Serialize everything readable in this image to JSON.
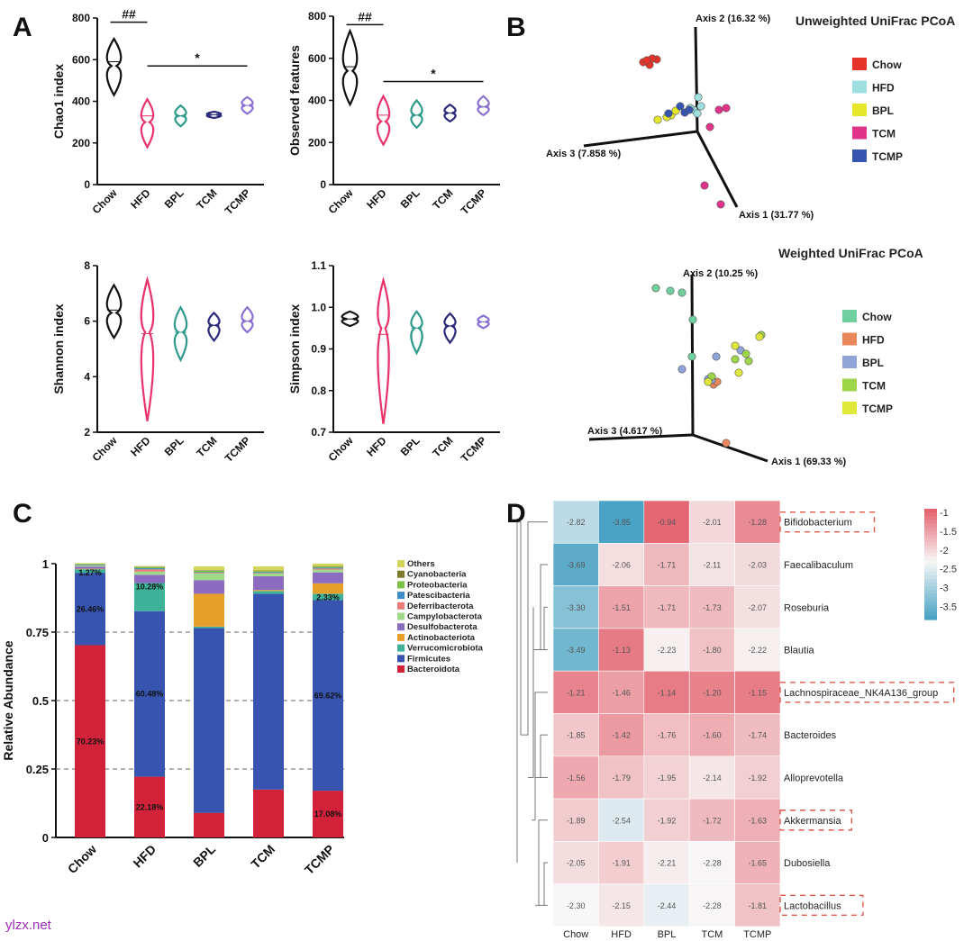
{
  "panel_letters": [
    "A",
    "B",
    "C",
    "D"
  ],
  "watermark": "ylzx.net",
  "colors": {
    "Chow": "#111111",
    "HFD": "#e8336a",
    "BPL": "#2e9a8c",
    "TCM": "#2b2a7a",
    "TCMP": "#8a6fd0",
    "heat_low": "#4aa3c4",
    "heat_high": "#e4636f",
    "heat_mid": "#f7f7f7",
    "bar_colors": [
      "#d4d45a",
      "#7a7a2a",
      "#7cc242",
      "#3d8bc8",
      "#e97b74",
      "#9ed98a",
      "#8c6cc0",
      "#e6a02a",
      "#3fb39a",
      "#3755b0",
      "#d2223a"
    ]
  },
  "panel_A": {
    "groups": [
      "Chow",
      "HFD",
      "BPL",
      "TCM",
      "TCMP"
    ],
    "plots": [
      {
        "ylabel": "Chao1 index",
        "yticks": [
          "0",
          "200",
          "400",
          "600",
          "800"
        ],
        "ymin": 0,
        "ymax": 800,
        "violins": [
          {
            "lo": 430,
            "hi": 700,
            "med": 590,
            "mid": 570,
            "w": 0.7
          },
          {
            "lo": 180,
            "hi": 410,
            "med": 330,
            "mid": 300,
            "w": 0.6
          },
          {
            "lo": 280,
            "hi": 380,
            "med": 330,
            "mid": 330,
            "w": 0.55
          },
          {
            "lo": 320,
            "hi": 350,
            "med": 335,
            "mid": 335,
            "w": 0.7
          },
          {
            "lo": 340,
            "hi": 420,
            "med": 380,
            "mid": 380,
            "w": 0.55
          }
        ],
        "sig": [
          {
            "text": "##",
            "from": 0,
            "to": 1,
            "y": 780
          },
          {
            "text": "*",
            "from": 1,
            "to": 4,
            "y": 570
          }
        ]
      },
      {
        "ylabel": "Observed features",
        "yticks": [
          "0",
          "200",
          "400",
          "600",
          "800"
        ],
        "ymin": 0,
        "ymax": 800,
        "violins": [
          {
            "lo": 380,
            "hi": 730,
            "med": 560,
            "mid": 540,
            "w": 0.7
          },
          {
            "lo": 190,
            "hi": 420,
            "med": 330,
            "mid": 300,
            "w": 0.6
          },
          {
            "lo": 270,
            "hi": 400,
            "med": 330,
            "mid": 330,
            "w": 0.55
          },
          {
            "lo": 300,
            "hi": 380,
            "med": 340,
            "mid": 340,
            "w": 0.55
          },
          {
            "lo": 330,
            "hi": 420,
            "med": 370,
            "mid": 370,
            "w": 0.55
          }
        ],
        "sig": [
          {
            "text": "##",
            "from": 0,
            "to": 1,
            "y": 760
          },
          {
            "text": "*",
            "from": 1,
            "to": 4,
            "y": 490
          }
        ]
      },
      {
        "ylabel": "Shannon index",
        "yticks": [
          "2",
          "4",
          "6",
          "8"
        ],
        "ymin": 2,
        "ymax": 8,
        "violins": [
          {
            "lo": 5.4,
            "hi": 7.3,
            "med": 6.4,
            "mid": 6.3,
            "w": 0.7
          },
          {
            "lo": 2.4,
            "hi": 7.5,
            "med": 5.55,
            "mid": 5.6,
            "w": 0.6
          },
          {
            "lo": 4.6,
            "hi": 6.5,
            "med": 5.6,
            "mid": 5.6,
            "w": 0.6
          },
          {
            "lo": 5.3,
            "hi": 6.3,
            "med": 5.85,
            "mid": 5.85,
            "w": 0.55
          },
          {
            "lo": 5.6,
            "hi": 6.5,
            "med": 6.0,
            "mid": 6.0,
            "w": 0.55
          }
        ],
        "sig": []
      },
      {
        "ylabel": "Simpson index",
        "yticks": [
          "0.7",
          "0.8",
          "0.9",
          "1.0",
          "1.1"
        ],
        "ymin": 0.7,
        "ymax": 1.1,
        "violins": [
          {
            "lo": 0.955,
            "hi": 0.99,
            "med": 0.972,
            "mid": 0.972,
            "w": 0.8
          },
          {
            "lo": 0.72,
            "hi": 1.065,
            "med": 0.935,
            "mid": 0.95,
            "w": 0.55
          },
          {
            "lo": 0.89,
            "hi": 0.99,
            "med": 0.95,
            "mid": 0.95,
            "w": 0.55
          },
          {
            "lo": 0.915,
            "hi": 0.985,
            "med": 0.955,
            "mid": 0.955,
            "w": 0.55
          },
          {
            "lo": 0.95,
            "hi": 0.98,
            "med": 0.965,
            "mid": 0.965,
            "w": 0.55
          }
        ],
        "sig": []
      }
    ]
  },
  "panel_B": {
    "unweighted": {
      "title": "Unweighted UniFrac PCoA",
      "axis1": "Axis 1 (31.77 %)",
      "axis2": "Axis 2 (16.32 %)",
      "axis3": "Axis 3 (7.858 %)",
      "legend": [
        {
          "name": "Chow",
          "color": "#e5332a"
        },
        {
          "name": "HFD",
          "color": "#9ee0e0"
        },
        {
          "name": "BPL",
          "color": "#e6e62a"
        },
        {
          "name": "TCM",
          "color": "#e0338a"
        },
        {
          "name": "TCMP",
          "color": "#3555b0"
        }
      ]
    },
    "weighted": {
      "title": "Weighted UniFrac PCoA",
      "axis1": "Axis 1 (69.33 %)",
      "axis2": "Axis 2 (10.25 %)",
      "axis3": "Axis 3 (4.617 %)",
      "legend": [
        {
          "name": "Chow",
          "color": "#6fcf9e"
        },
        {
          "name": "HFD",
          "color": "#e8875a"
        },
        {
          "name": "BPL",
          "color": "#8fa5d8"
        },
        {
          "name": "TCM",
          "color": "#9ed64a"
        },
        {
          "name": "TCMP",
          "color": "#e0e83a"
        }
      ]
    }
  },
  "chart_data": [
    {
      "type": "bar",
      "title": "",
      "ylabel": "Relative Abundance",
      "yticks": [
        "0",
        "0.25",
        "0.5",
        "0.75",
        "1"
      ],
      "ylim": [
        0,
        1
      ],
      "categories": [
        "Chow",
        "HFD",
        "BPL",
        "TCM",
        "TCMP"
      ],
      "stack_order": [
        "Bacteroidota",
        "Firmicutes",
        "Verrucomicrobiota",
        "Actinobacteriota",
        "Desulfobacterota",
        "Campylobacterota",
        "Deferribacterota",
        "Patescibacteria",
        "Proteobacteria",
        "Cyanobacteria",
        "Others"
      ],
      "legend": [
        "Others",
        "Cyanobacteria",
        "Proteobacteria",
        "Patescibacteria",
        "Deferribacterota",
        "Campylobacterota",
        "Desulfobacterota",
        "Actinobacteriota",
        "Verrucomicrobiota",
        "Firmicutes",
        "Bacteroidota"
      ],
      "series": [
        {
          "name": "Bacteroidota",
          "values": [
            0.7023,
            0.2218,
            0.09,
            0.175,
            0.1708
          ],
          "labels": [
            "70.23%",
            "22.18%",
            "",
            "",
            "17.08%"
          ]
        },
        {
          "name": "Firmicutes",
          "values": [
            0.2646,
            0.6048,
            0.675,
            0.715,
            0.6962
          ],
          "labels": [
            "26.46%",
            "60.48%",
            "",
            "",
            "69.62%"
          ]
        },
        {
          "name": "Verrucomicrobiota",
          "values": [
            0.0127,
            0.1028,
            0.005,
            0.01,
            0.0233
          ],
          "labels": [
            "1.27%",
            "10.28%",
            "",
            "",
            "2.33%"
          ]
        },
        {
          "name": "Actinobacteriota",
          "values": [
            0.002,
            0.0,
            0.12,
            0.004,
            0.038
          ],
          "labels": [
            "",
            "",
            "",
            "",
            ""
          ]
        },
        {
          "name": "Desulfobacterota",
          "values": [
            0.008,
            0.03,
            0.05,
            0.05,
            0.04
          ],
          "labels": [
            "",
            "",
            "",
            "",
            ""
          ]
        },
        {
          "name": "Campylobacterota",
          "values": [
            0.004,
            0.012,
            0.025,
            0.01,
            0.01
          ],
          "labels": [
            "",
            "",
            "",
            "",
            ""
          ]
        },
        {
          "name": "Deferribacterota",
          "values": [
            0.001,
            0.008,
            0.002,
            0.002,
            0.004
          ],
          "labels": [
            "",
            "",
            "",
            "",
            ""
          ]
        },
        {
          "name": "Patescibacteria",
          "values": [
            0.002,
            0.004,
            0.002,
            0.003,
            0.003
          ],
          "labels": [
            "",
            "",
            "",
            "",
            ""
          ]
        },
        {
          "name": "Proteobacteria",
          "values": [
            0.002,
            0.004,
            0.005,
            0.004,
            0.004
          ],
          "labels": [
            "",
            "",
            "",
            "",
            ""
          ]
        },
        {
          "name": "Cyanobacteria",
          "values": [
            0.001,
            0.002,
            0.002,
            0.002,
            0.002
          ],
          "labels": [
            "",
            "",
            "",
            "",
            ""
          ]
        },
        {
          "name": "Others",
          "values": [
            0.002,
            0.002,
            0.014,
            0.015,
            0.009
          ],
          "labels": [
            "",
            "",
            "",
            "",
            ""
          ]
        }
      ]
    },
    {
      "type": "heatmap",
      "title": "",
      "columns": [
        "Chow",
        "HFD",
        "BPL",
        "TCM",
        "TCMP"
      ],
      "rows": [
        "Bifidobacterium",
        "Faecalibaculum",
        "Roseburia",
        "Blautia",
        "Lachnospiraceae_NK4A136_group",
        "Bacteroides",
        "Alloprevotella",
        "Akkermansia",
        "Dubosiella",
        "Lactobacillus"
      ],
      "highlighted_rows": [
        "Bifidobacterium",
        "Lachnospiraceae_NK4A136_group",
        "Akkermansia",
        "Lactobacillus"
      ],
      "values": [
        [
          -2.82,
          -3.85,
          -0.94,
          -2.01,
          -1.28
        ],
        [
          -3.69,
          -2.06,
          -1.71,
          -2.11,
          -2.03
        ],
        [
          -3.3,
          -1.51,
          -1.71,
          -1.73,
          -2.07
        ],
        [
          -3.49,
          -1.13,
          -2.23,
          -1.8,
          -2.22
        ],
        [
          -1.21,
          -1.46,
          -1.14,
          -1.2,
          -1.15
        ],
        [
          -1.85,
          -1.42,
          -1.76,
          -1.6,
          -1.74
        ],
        [
          -1.56,
          -1.79,
          -1.95,
          -2.14,
          -1.92
        ],
        [
          -1.89,
          -2.54,
          -1.92,
          -1.72,
          -1.63
        ],
        [
          -2.05,
          -1.91,
          -2.21,
          -2.28,
          -1.65
        ],
        [
          -2.3,
          -2.15,
          -2.44,
          -2.28,
          -1.81
        ]
      ],
      "labels": [
        [
          "-2.82",
          "-3.85",
          "-0.94",
          "-2.01",
          "-1.28"
        ],
        [
          "-3.69",
          "-2.06",
          "-1.71",
          "-2.11",
          "-2.03"
        ],
        [
          "-3.30",
          "-1.51",
          "-1.71",
          "-1.73",
          "-2.07"
        ],
        [
          "-3.49",
          "-1.13",
          "-2.23",
          "-1.80",
          "-2.22"
        ],
        [
          "-1.21",
          "-1.46",
          "-1.14",
          "-1.20",
          "-1.15"
        ],
        [
          "-1.85",
          "-1.42",
          "-1.76",
          "-1.60",
          "-1.74"
        ],
        [
          "-1.56",
          "-1.79",
          "-1.95",
          "-2.14",
          "-1.92"
        ],
        [
          "-1.89",
          "-2.54",
          "-1.92",
          "-1.72",
          "-1.63"
        ],
        [
          "-2.05",
          "-1.91",
          "-2.21",
          "-2.28",
          "-1.65"
        ],
        [
          "-2.30",
          "-2.15",
          "-2.44",
          "-2.28",
          "-1.81"
        ]
      ],
      "colorbar_ticks": [
        "-1",
        "-1.5",
        "-2",
        "-2.5",
        "-3",
        "-3.5"
      ],
      "colorbar_range": [
        -3.85,
        -0.9
      ]
    }
  ]
}
